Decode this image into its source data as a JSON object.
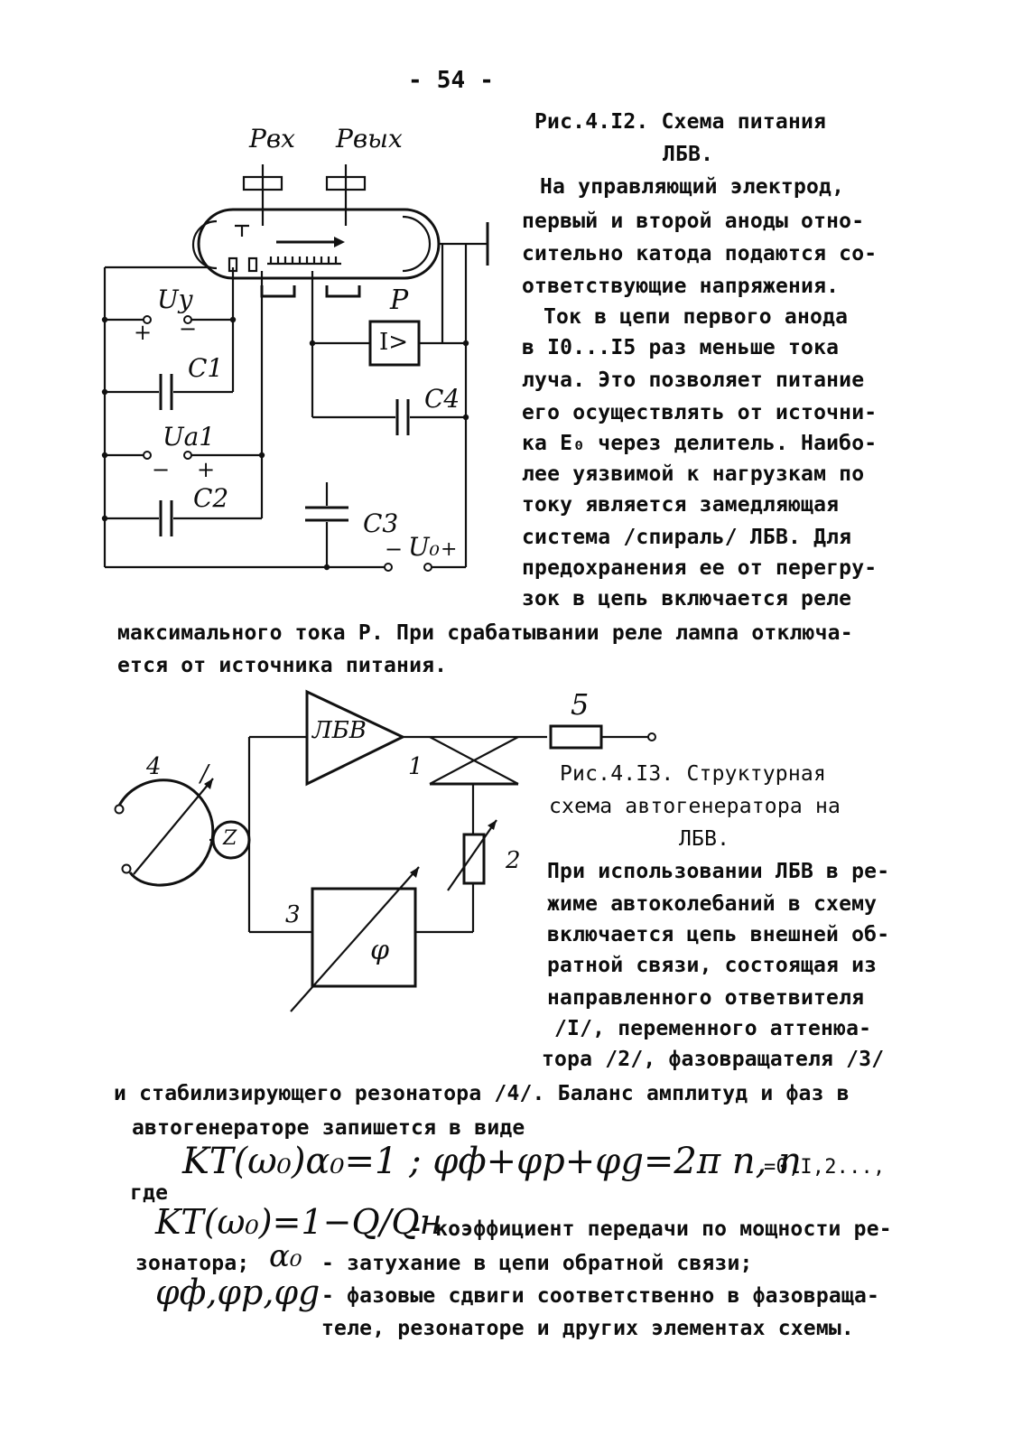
{
  "page_number": "- 54 -",
  "fig412": {
    "caption_line1": "Рис.4.I2. Схема питания",
    "caption_line2": "ЛБВ.",
    "labels": {
      "p_in": "Pвх",
      "p_out": "Pвых",
      "uy": "Uу",
      "ua1": "Uа1",
      "u0": "U₀",
      "c1": "C1",
      "c2": "C2",
      "c3": "C3",
      "c4": "C4",
      "relay": "P",
      "relay_box": "I>",
      "plus": "+",
      "minus": "−"
    }
  },
  "body1": [
    "На управляющий электрод,",
    "первый и второй аноды отно-",
    "сительно катода подаются со-",
    "ответствующие напряжения.",
    "Ток в цепи первого анода",
    "в I0...I5 раз меньше тока",
    "луча. Это позволяет питание",
    "его осуществлять от источни-",
    "ка E₀ через делитель. Наибо-",
    "лее уязвимой к нагрузкам по",
    "току является замедляющая",
    "система /спираль/ ЛБВ. Для",
    "предохранения ее от перегру-",
    "зок в цепь включается реле",
    "максимального тока P. При срабатывании реле лампа отключа-",
    "ется от источника питания."
  ],
  "fig413": {
    "caption_line1": "Рис.4.I3. Структурная",
    "caption_line2": "схема автогенератора на",
    "caption_line3": "ЛБВ.",
    "labels": {
      "lbv": "ЛБВ",
      "n1": "1",
      "n2": "2",
      "n3": "3",
      "n4": "4",
      "n5": "5",
      "tick": "/",
      "z": "Z",
      "phi": "φ"
    }
  },
  "body2": [
    "При использовании ЛБВ в ре-",
    "жиме автоколебаний в схему",
    "включается цепь внешней об-",
    "ратной связи, состоящая из",
    "направленного ответвителя",
    "/I/, переменного аттенюа-",
    "тора /2/, фазовращателя /3/",
    "и стабилизирующего резонатора /4/. Баланс амплитуд и фаз в",
    "автогенераторе запишется в виде"
  ],
  "formula": {
    "balance": "KT(ω₀)α₀=1 ; φф+φр+φg=2π n,  n",
    "n_values": "=0,I,2...,",
    "where": "где",
    "kt_formula": "KT(ω₀)=1−Q/Qн",
    "kt_desc": "- коэффициент передачи по мощности ре-",
    "kt_desc2": "зонатора;",
    "alpha_symbol": "α₀",
    "alpha_desc": "- затухание в цепи обратной связи;",
    "phi_symbols": "φф,φр,φg",
    "phi_desc1": "- фазовые сдвиги соответственно в фазовраща-",
    "phi_desc2": "теле, резонаторе и других элементах схемы."
  }
}
